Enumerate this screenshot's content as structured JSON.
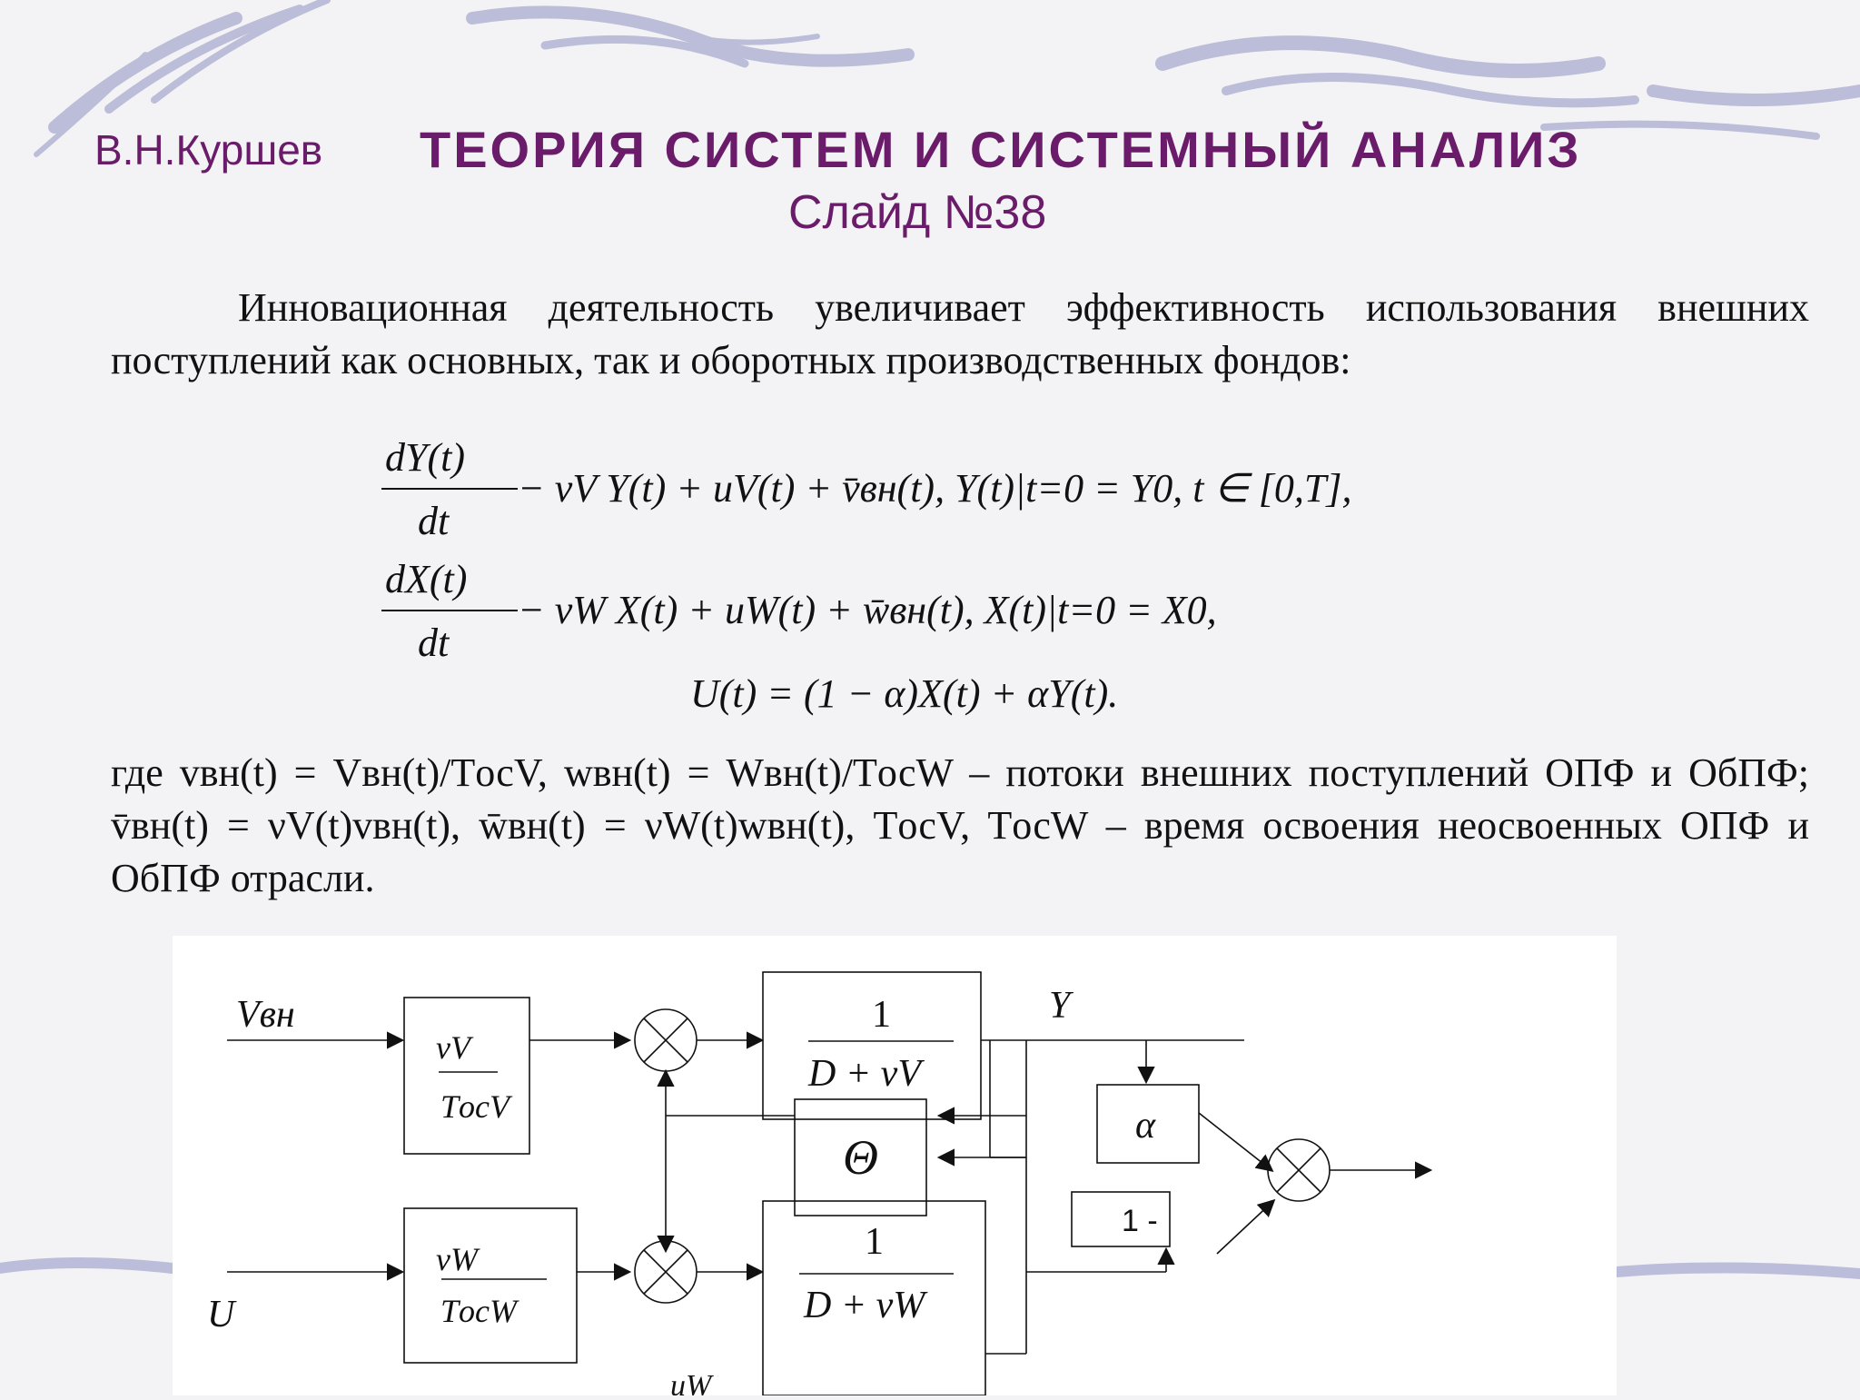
{
  "header": {
    "author": "В.Н.Куршев",
    "title": "ТЕОРИЯ СИСТЕМ И СИСТЕМНЫЙ АНАЛИЗ",
    "slide": "Слайд №38"
  },
  "body": {
    "intro": "Инновационная деятельность увеличивает эффективность использования внешних поступлений как основных, так и оборотных производственных фондов:",
    "where": "где vвн(t) = Vвн(t)/TосV, wвн(t) = Wвн(t)/TосW – потоки внешних поступлений ОПФ и ОбПФ; v̄вн(t) = νV(t)vвн(t), w̄вн(t) = νW(t)wвн(t), TосV, TосW – время освоения неосвоенных ОПФ и ОбПФ отрасли."
  },
  "equations": {
    "eq1_num": "dY(t)",
    "eq1_den": "dt",
    "eq1_rhs": "− νV Y(t) + uV(t) + v̄вн(t),  Y(t)|t=0 = Y0,  t ∈ [0,T],",
    "eq2_num": "dX(t)",
    "eq2_den": "dt",
    "eq2_rhs": "− νW X(t) + uW(t) + w̄вн(t),  X(t)|t=0 = X0,",
    "eq3": "U(t) = (1 − α)X(t) + αY(t)."
  },
  "diagram": {
    "input_v": "Vвн",
    "input_u": "U",
    "output_y": "Y",
    "tf1_num": "1",
    "tf1_den": "D + νV",
    "tf2_num": "1",
    "tf2_den": "D + νW",
    "gain_v_num": "νV",
    "gain_v_den": "TосV",
    "gain_w_num": "νW",
    "gain_w_den": "TосW",
    "ctrl_block": "Θ",
    "alpha_block": "α",
    "one_minus": "1 -",
    "bottom_label": "uW"
  },
  "colors": {
    "title": "#6a1b6a",
    "wave": "#9a9cc4"
  }
}
